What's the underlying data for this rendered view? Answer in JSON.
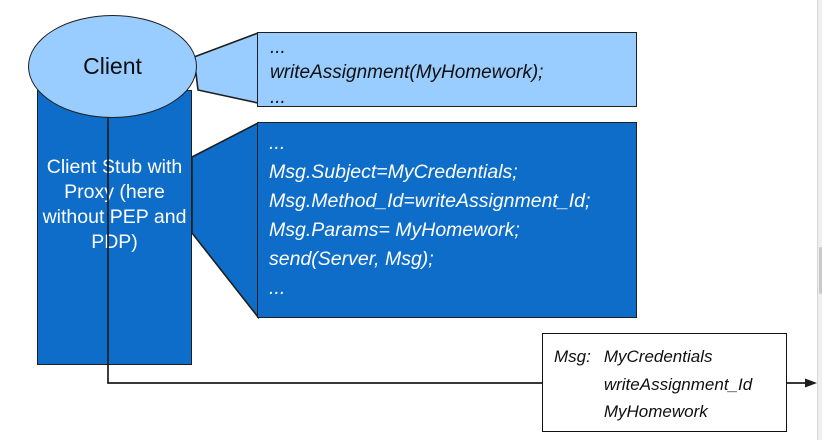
{
  "colors": {
    "light_blue_fill": "#99ccff",
    "dark_blue_fill": "#0d6dc9",
    "outline": "#1f1f1f",
    "background": "#ffffff"
  },
  "client_node": {
    "label": "Client"
  },
  "client_stub_node": {
    "lines": [
      "Client Stub",
      "with Proxy",
      "(here without",
      "PEP and PDP)"
    ]
  },
  "client_code_callout": {
    "lines": [
      "...",
      "writeAssignment(MyHomework);",
      "..."
    ]
  },
  "stub_code_callout": {
    "lines": [
      "...",
      "Msg.Subject=MyCredentials;",
      "Msg.Method_Id=writeAssignment_Id;",
      "Msg.Params= MyHomework;",
      "send(Server, Msg);",
      "..."
    ]
  },
  "message_box": {
    "label": "Msg:",
    "values": [
      "MyCredentials",
      "writeAssignment_Id",
      "MyHomework"
    ]
  }
}
